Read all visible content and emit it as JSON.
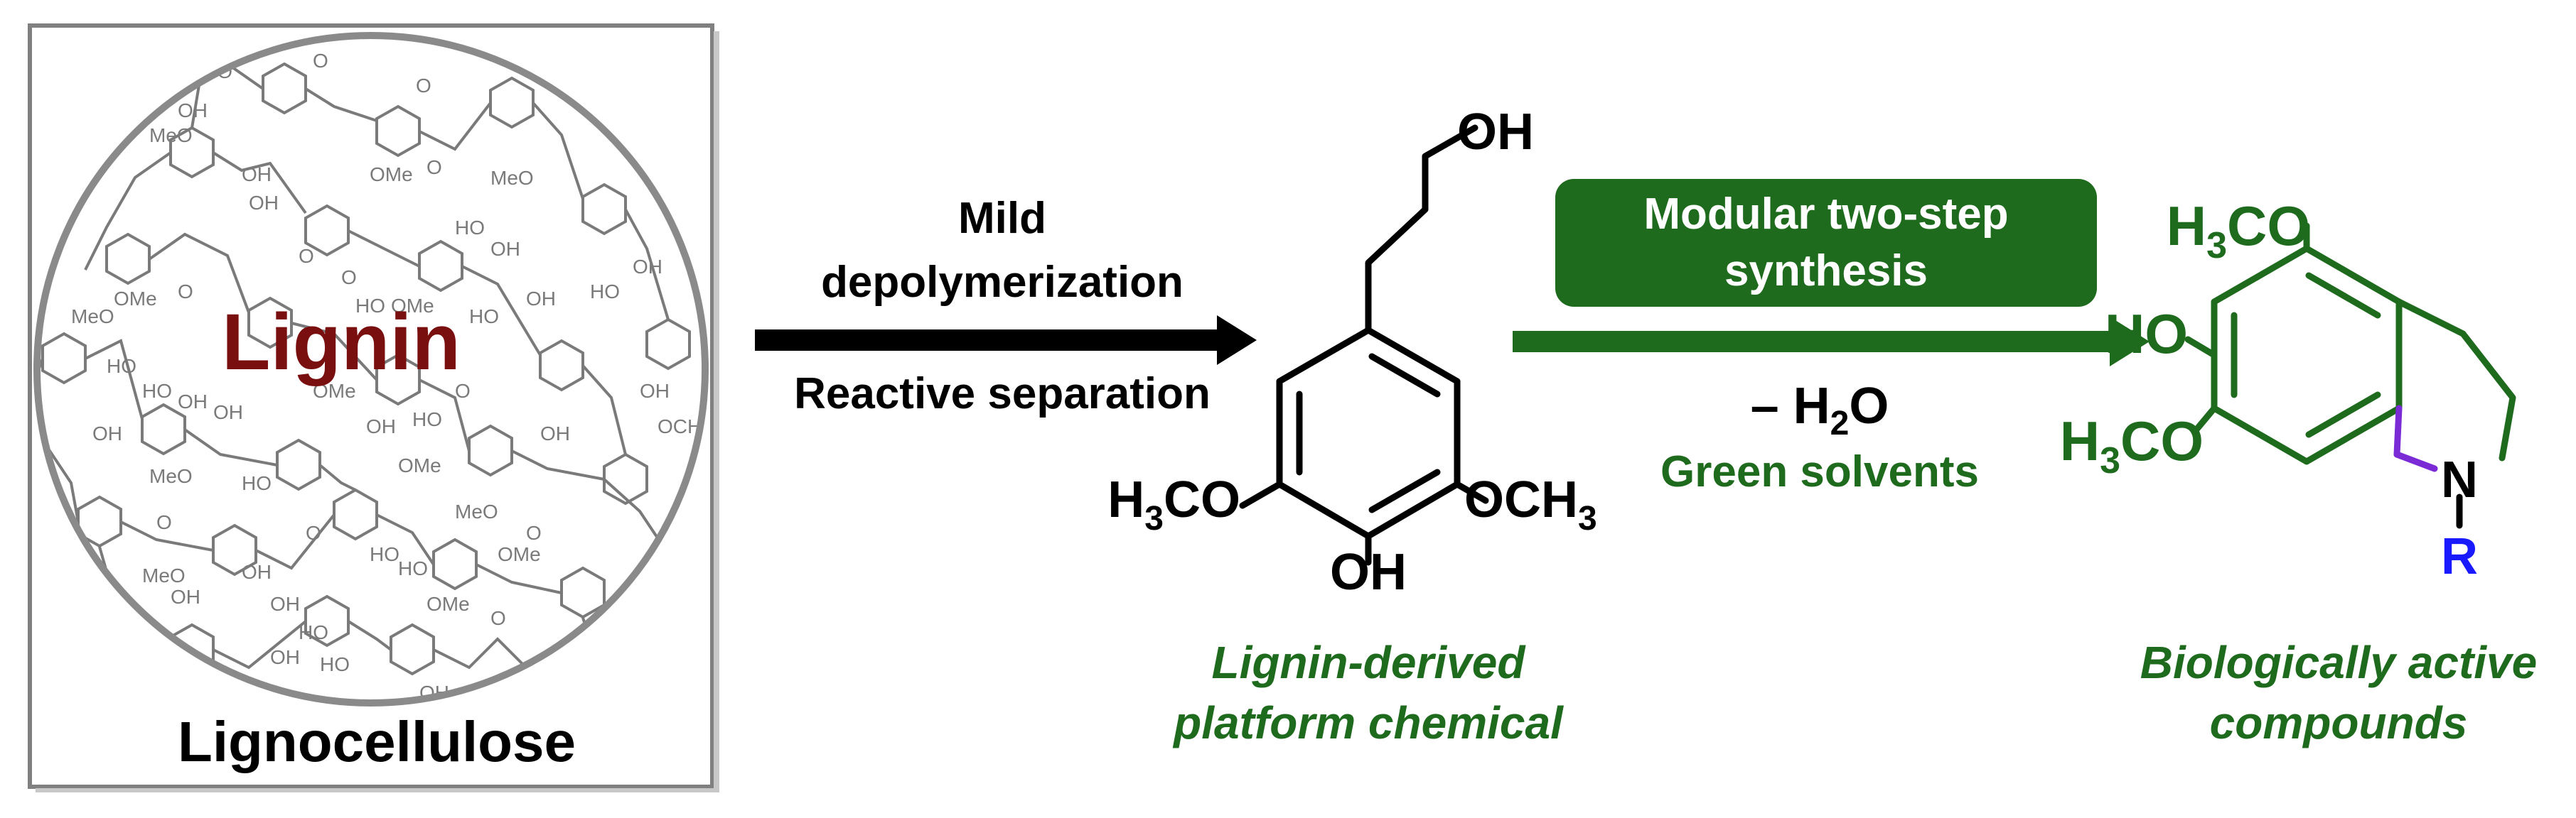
{
  "colors": {
    "green": "#1e6b1e",
    "dark_red": "#7a0f0f",
    "blue": "#1a1aff",
    "purple": "#7a2bd6",
    "grey": "#8a8a8a",
    "black": "#000000"
  },
  "panel": {
    "lignin_label": "Lignin",
    "lignocellulose_label": "Lignocellulose",
    "structure_labels": [
      "OH",
      "MeO",
      "OH",
      "OH",
      "MeO",
      "OMe",
      "OH",
      "O",
      "OH",
      "MeO",
      "OMe",
      "HO",
      "HO",
      "OH",
      "OH",
      "OH",
      "HO",
      "OMe",
      "MeO",
      "OMe",
      "HO",
      "HO",
      "OH",
      "OH",
      "HO",
      "OH",
      "OMe",
      "MeO",
      "OH",
      "OCH",
      "HO",
      "OMe",
      "MeO",
      "OMe",
      "OH",
      "HO",
      "OH",
      "HO",
      "MeO",
      "OH",
      "HO",
      "OH",
      "OH",
      "MeO",
      "HO",
      "OMe",
      "OH",
      "HO"
    ]
  },
  "step1": {
    "line1": "Mild",
    "line2": "depolymerization",
    "line3": "Reactive separation"
  },
  "platform": {
    "oh_top": "OH",
    "left_group_h": "H",
    "left_group_sub": "3",
    "left_group_co": "CO",
    "right_group_och": "OCH",
    "right_group_sub": "3",
    "bottom_oh": "OH",
    "caption_line1": "Lignin-derived",
    "caption_line2": "platform chemical"
  },
  "step2": {
    "box_line1": "Modular two-step",
    "box_line2": "synthesis",
    "water_prefix": "– H",
    "water_sub": "2",
    "water_suffix": "O",
    "solvents": "Green solvents"
  },
  "product": {
    "top_h": "H",
    "top_sub": "3",
    "top_co": "CO",
    "ho": "HO",
    "bottom_h": "H",
    "bottom_sub": "3",
    "bottom_co": "CO",
    "nitrogen": "N",
    "r_group": "R",
    "caption_line1": "Biologically active",
    "caption_line2": "compounds"
  }
}
